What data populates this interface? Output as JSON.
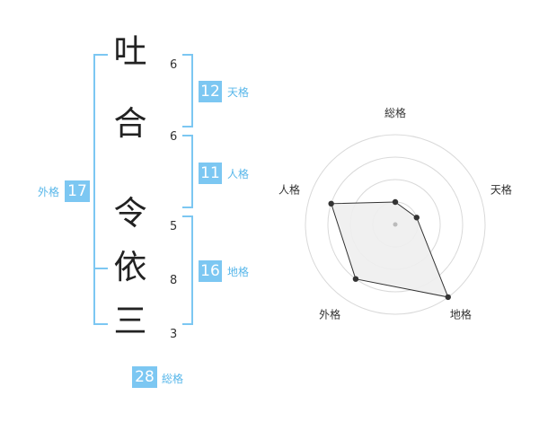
{
  "characters": [
    {
      "char": "吐",
      "strokes": "6"
    },
    {
      "char": "合",
      "strokes": "6"
    },
    {
      "char": "令",
      "strokes": "5"
    },
    {
      "char": "依",
      "strokes": "8"
    },
    {
      "char": "三",
      "strokes": "3"
    }
  ],
  "kakusu": {
    "tenkaku": {
      "value": "12",
      "label": "天格"
    },
    "jinkaku": {
      "value": "11",
      "label": "人格"
    },
    "chikaku": {
      "value": "16",
      "label": "地格"
    },
    "gaikaku": {
      "value": "17",
      "label": "外格"
    },
    "soukaku": {
      "value": "28",
      "label": "総格"
    }
  },
  "chart_data": {
    "type": "radar",
    "axes": [
      "総格",
      "天格",
      "地格",
      "外格",
      "人格"
    ],
    "values": [
      1,
      1,
      4,
      3,
      3
    ],
    "max": 4,
    "grid": true,
    "series_color": "#333333",
    "fill_color": "#eeeeee"
  }
}
